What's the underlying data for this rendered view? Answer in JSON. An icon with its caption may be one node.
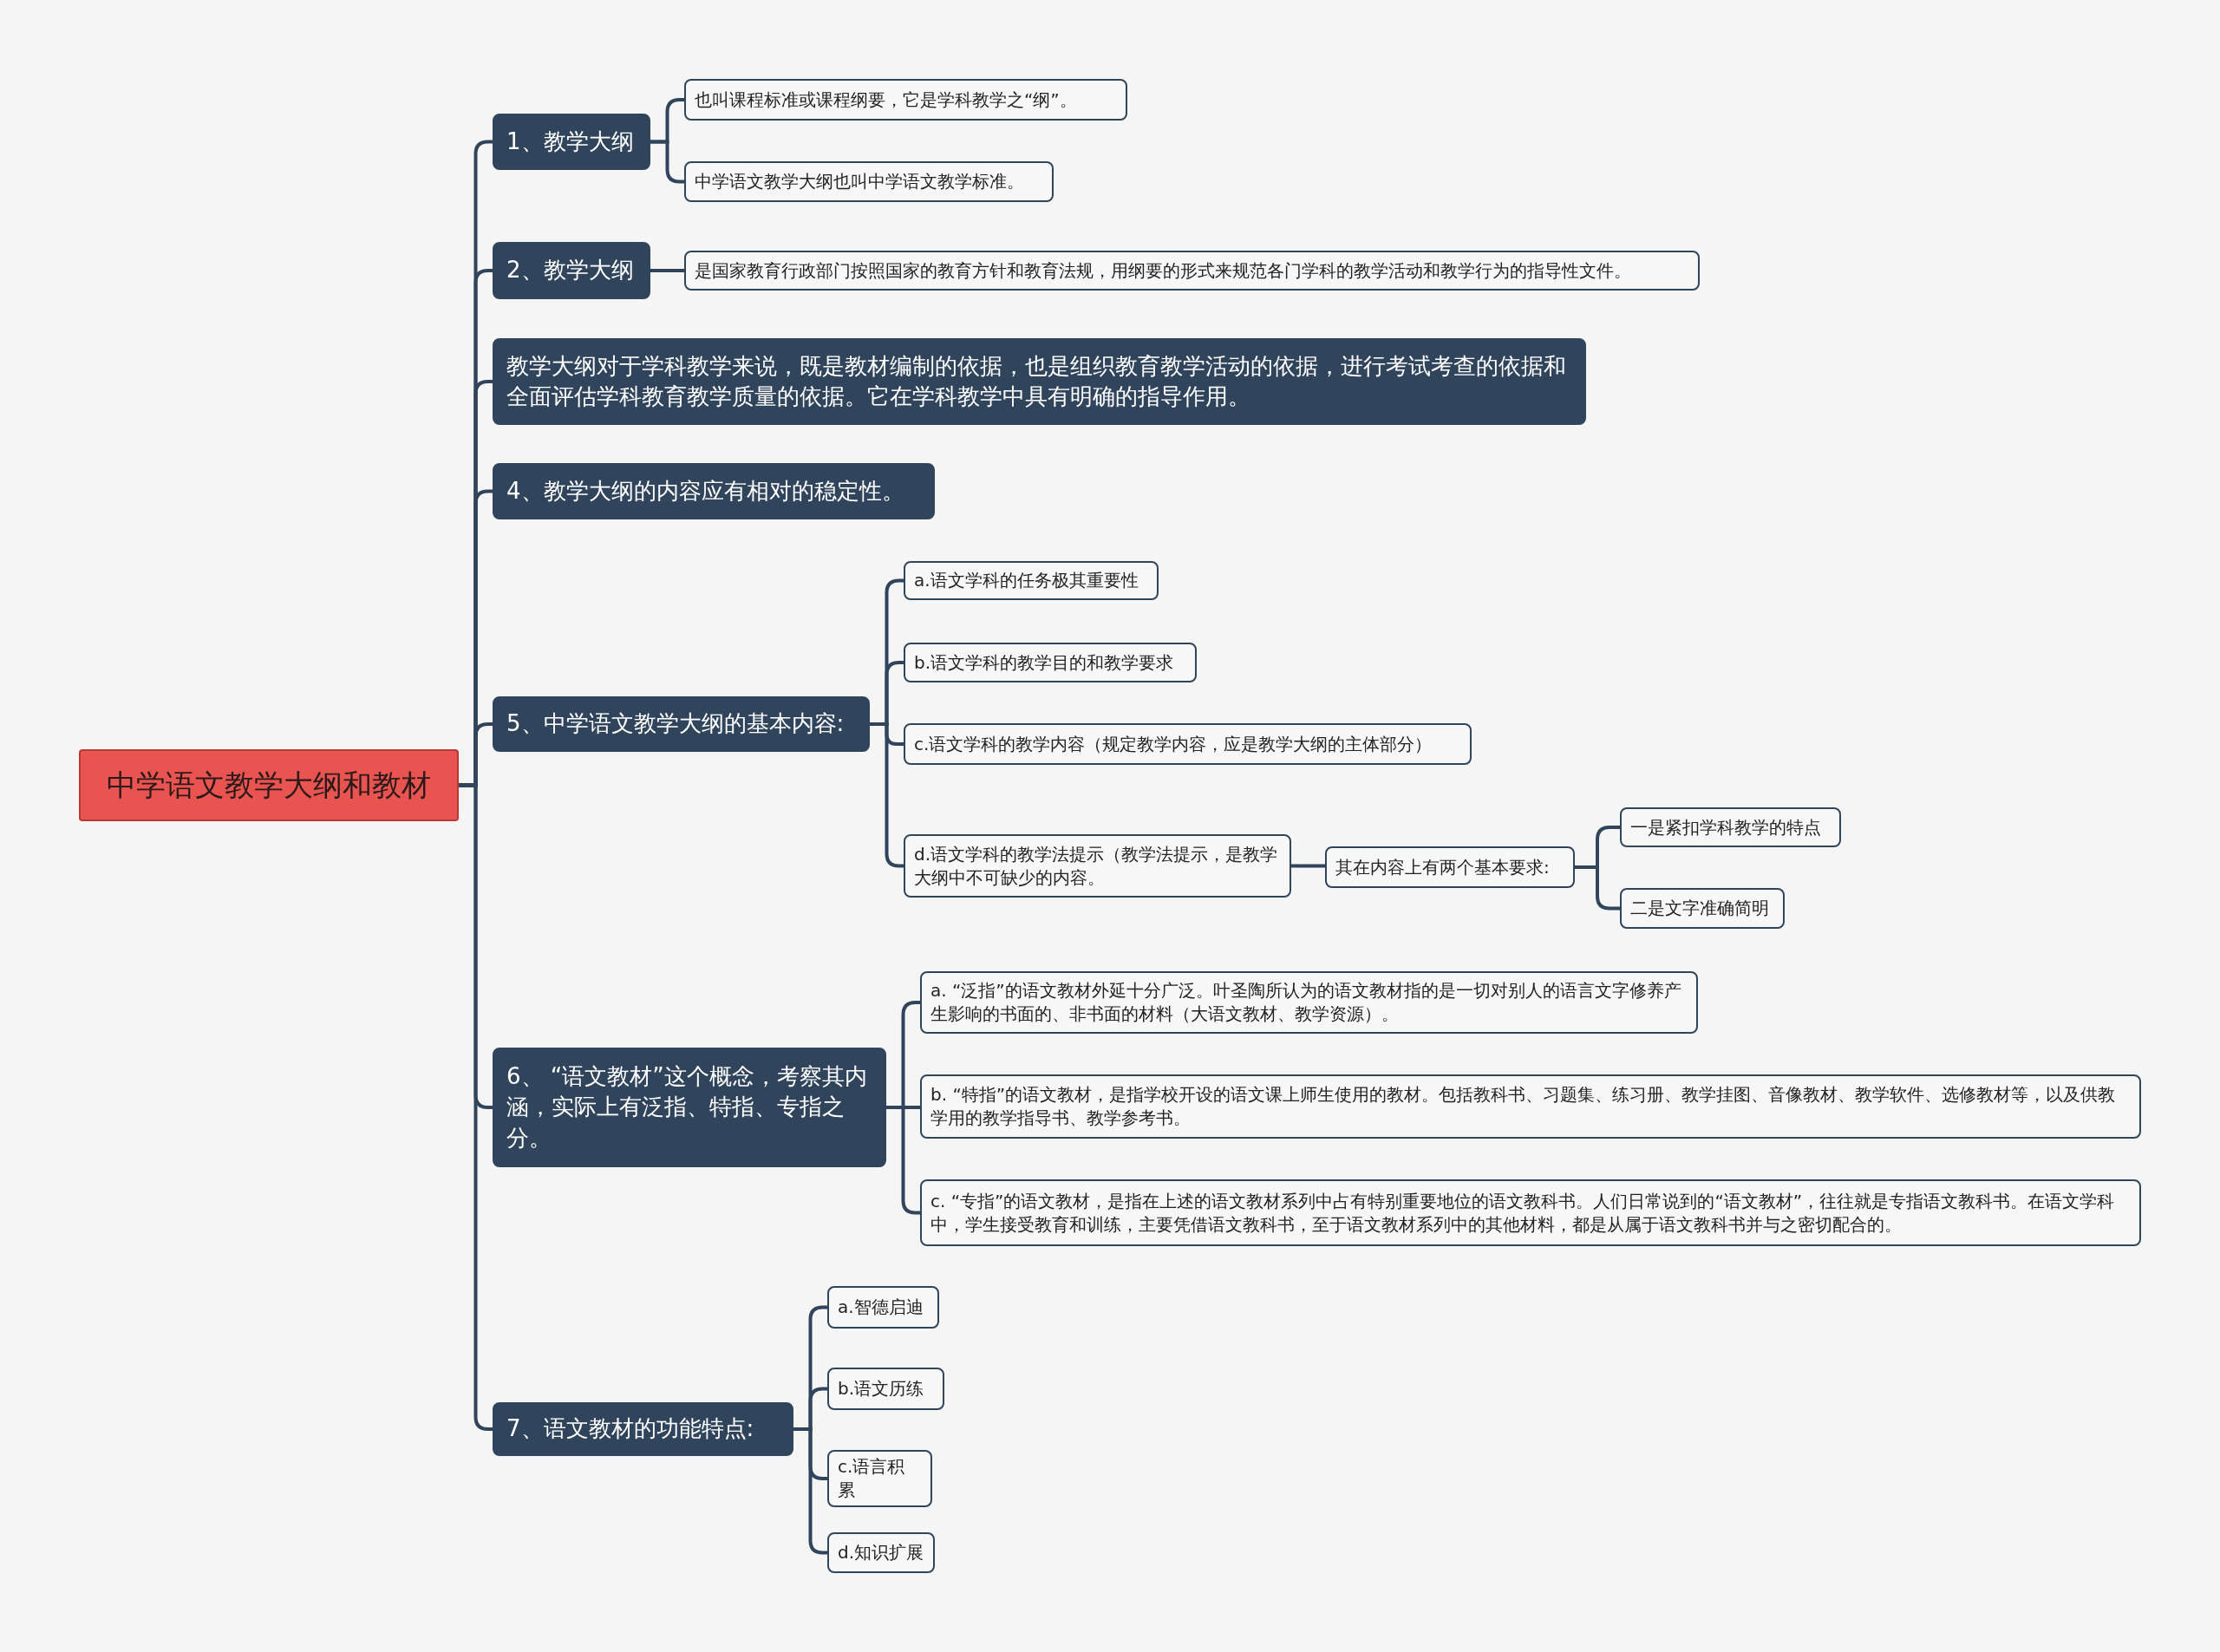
{
  "diagram": {
    "nodes": [
      {
        "text": [
          "中学语文教学大纲和教材"
        ]
      },
      {
        "text": [
          "1、教学大纲"
        ]
      },
      {
        "text": [
          "也叫课程标准或课程纲要，它是学科教学之“纲”。"
        ]
      },
      {
        "text": [
          "中学语文教学大纲也叫中学语文教学标准。"
        ]
      },
      {
        "text": [
          "2、教学大纲"
        ]
      },
      {
        "text": [
          "是国家教育行政部门按照国家的教育方针和教育法规，用纲要的形式来规范各门学科的教学活动和教学行为的指导性文件。"
        ]
      },
      {
        "text": [
          "教学大纲对于学科教学来说，既是教材编制的依据，也是组织教育教学活动的依据，进行考试考查的依据和全面评估学科教育教学质量的依据。它在学科教学中具有明确的指导作用。"
        ]
      },
      {
        "text": [
          "4、教学大纲的内容应有相对的稳定性。"
        ]
      },
      {
        "text": [
          "5、中学语文教学大纲的基本内容:"
        ]
      },
      {
        "text": [
          "a.语文学科的任务极其重要性"
        ]
      },
      {
        "text": [
          "b.语文学科的教学目的和教学要求"
        ]
      },
      {
        "text": [
          "c.语文学科的教学内容（规定教学内容，应是教学大纲的主体部分）"
        ]
      },
      {
        "text": [
          "d.语文学科的教学法提示（教学法提示，是教学大纲中不可缺少的内容。"
        ]
      },
      {
        "text": [
          "其在内容上有两个基本要求:"
        ]
      },
      {
        "text": [
          "一是紧扣学科教学的特点"
        ]
      },
      {
        "text": [
          "二是文字准确简明"
        ]
      },
      {
        "text": [
          "6、 “语文教材”这个概念，考察其内涵，实际上有泛指、特指、专指之分。"
        ]
      },
      {
        "text": [
          "a. “泛指”的语文教材外延十分广泛。叶圣陶所认为的语文教材指的是一切对别人的语言文字修养产生影响的书面的、非书面的材料（大语文教材、教学资源）。"
        ]
      },
      {
        "text": [
          "b. “特指”的语文教材，是指学校开设的语文课上师生使用的教材。包括教科书、习题集、练习册、教学挂图、音像教材、教学软件、选修教材等，以及供教学用的教学指导书、教学参考书。"
        ]
      },
      {
        "text": [
          "c. “专指”的语文教材，是指在上述的语文教材系列中占有特别重要地位的语文教科书。人们日常说到的“语文教材”，往往就是专指语文教科书。在语文学科中，学生接受教育和训练，主要凭借语文教科书，至于语文教材系列中的其他材料，都是从属于语文教科书并与之密切配合的。"
        ]
      },
      {
        "text": [
          "7、语文教材的功能特点:"
        ]
      },
      {
        "text": [
          "a.智德启迪"
        ]
      },
      {
        "text": [
          "b.语文历练"
        ]
      },
      {
        "text": [
          "c.语言积累"
        ]
      },
      {
        "text": [
          "d.知识扩展"
        ]
      }
    ],
    "edges": [
      {
        "from": 0,
        "to": 1,
        "arrow": "none"
      },
      {
        "from": 1,
        "to": 2,
        "arrow": "none"
      },
      {
        "from": 1,
        "to": 3,
        "arrow": "none"
      },
      {
        "from": 0,
        "to": 4,
        "arrow": "none"
      },
      {
        "from": 4,
        "to": 5,
        "arrow": "none"
      },
      {
        "from": 0,
        "to": 6,
        "arrow": "none"
      },
      {
        "from": 0,
        "to": 7,
        "arrow": "none"
      },
      {
        "from": 0,
        "to": 8,
        "arrow": "none"
      },
      {
        "from": 8,
        "to": 9,
        "arrow": "none"
      },
      {
        "from": 8,
        "to": 10,
        "arrow": "none"
      },
      {
        "from": 8,
        "to": 11,
        "arrow": "none"
      },
      {
        "from": 8,
        "to": 12,
        "arrow": "none"
      },
      {
        "from": 12,
        "to": 13,
        "arrow": "none"
      },
      {
        "from": 13,
        "to": 14,
        "arrow": "none"
      },
      {
        "from": 13,
        "to": 15,
        "arrow": "none"
      },
      {
        "from": 0,
        "to": 16,
        "arrow": "none"
      },
      {
        "from": 16,
        "to": 17,
        "arrow": "none"
      },
      {
        "from": 16,
        "to": 18,
        "arrow": "none"
      },
      {
        "from": 16,
        "to": 19,
        "arrow": "none"
      },
      {
        "from": 0,
        "to": 20,
        "arrow": "none"
      },
      {
        "from": 20,
        "to": 21,
        "arrow": "none"
      },
      {
        "from": 20,
        "to": 22,
        "arrow": "none"
      },
      {
        "from": 20,
        "to": 23,
        "arrow": "none"
      },
      {
        "from": 20,
        "to": 24,
        "arrow": "none"
      }
    ]
  }
}
